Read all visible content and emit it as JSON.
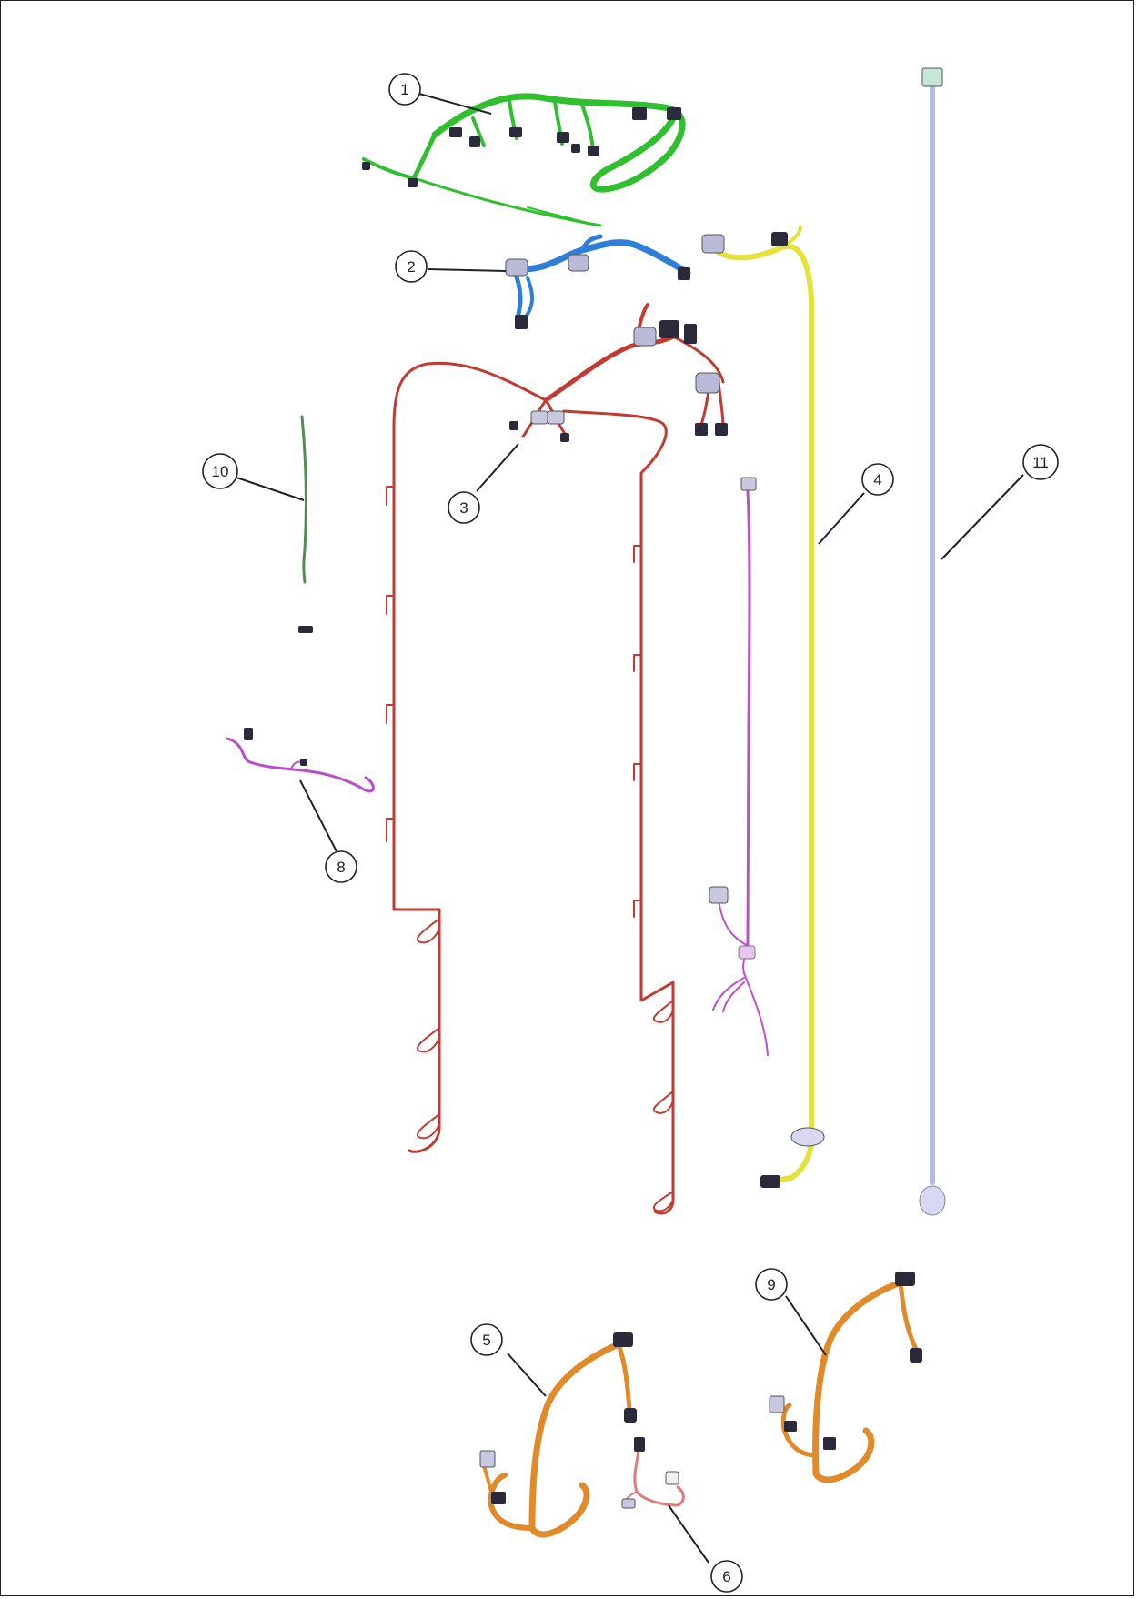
{
  "diagram": {
    "callouts": [
      {
        "id": "1",
        "label": "1"
      },
      {
        "id": "2",
        "label": "2"
      },
      {
        "id": "3",
        "label": "3"
      },
      {
        "id": "4",
        "label": "4"
      },
      {
        "id": "5",
        "label": "5"
      },
      {
        "id": "6",
        "label": "6"
      },
      {
        "id": "8",
        "label": "8"
      },
      {
        "id": "9",
        "label": "9"
      },
      {
        "id": "10",
        "label": "10"
      },
      {
        "id": "11",
        "label": "11"
      }
    ],
    "harness_colors": {
      "1": "#2fbf2f",
      "2": "#2f7fd8",
      "3": "#c23a32",
      "4": "#e6e23a",
      "5": "#e08a2a",
      "6": "#e07a7a",
      "8": "#b84fc9",
      "9": "#e08a2a",
      "10": "#4f8f4f",
      "11": "#b9b9e6",
      "purple_lead": "#c04fd0"
    }
  }
}
